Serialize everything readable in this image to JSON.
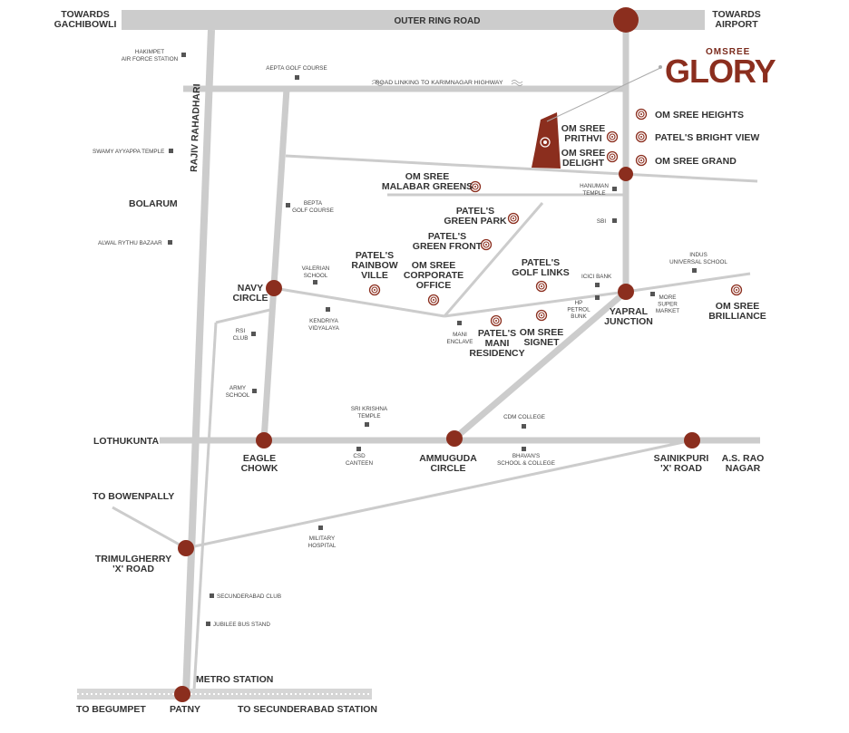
{
  "colors": {
    "road": "#cccccc",
    "junction": "#8b2e1e",
    "project": "#8b2e1e",
    "landmark": "#555555",
    "text": "#333333"
  },
  "brand": {
    "top": "OMSREE",
    "main": "GLORY"
  },
  "roads": {
    "ring": "OUTER RING ROAD",
    "karimnagar": "ROAD LINKING TO KARIMNAGAR HIGHWAY",
    "rajiv": "RAJIV RAHADHARI"
  },
  "places": {
    "gachibowli": [
      "TOWARDS",
      "GACHIBOWLI"
    ],
    "airport": [
      "TOWARDS",
      "AIRPORT"
    ],
    "bolarum": "BOLARUM",
    "navy": [
      "NAVY",
      "CIRCLE"
    ],
    "yapral": [
      "YAPRAL",
      "JUNCTION"
    ],
    "lothukunta": "LOTHUKUNTA",
    "eagle": [
      "EAGLE",
      "CHOWK"
    ],
    "ammuguda": [
      "AMMUGUDA",
      "CIRCLE"
    ],
    "sainikpuri": [
      "SAINIKPURI",
      "'X' ROAD"
    ],
    "asrao": [
      "A.S. RAO",
      "NAGAR"
    ],
    "bowenpally": "TO BOWENPALLY",
    "trimulgherry": [
      "TRIMULGHERRY",
      "'X' ROAD"
    ],
    "metro": "METRO STATION",
    "begumpet": "TO  BEGUMPET",
    "patny": "PATNY",
    "secstation": "TO SECUNDERABAD STATION"
  },
  "projects": {
    "heights": "OM SREE HEIGHTS",
    "bright": "PATEL'S BRIGHT VIEW",
    "grand": "OM SREE GRAND",
    "prithvi": [
      "OM SREE",
      "PRITHVI"
    ],
    "delight": [
      "OM SREE",
      "DELIGHT"
    ],
    "malabar": [
      "OM SREE",
      "MALABAR GREENS"
    ],
    "greenpark": [
      "PATEL'S",
      "GREEN PARK"
    ],
    "greenfront": [
      "PATEL'S",
      "GREEN FRONT"
    ],
    "rainbow": [
      "PATEL'S",
      "RAINBOW",
      "VILLE"
    ],
    "corporate": [
      "OM SREE",
      "CORPORATE",
      "OFFICE"
    ],
    "golflinks": [
      "PATEL'S",
      "GOLF LINKS"
    ],
    "mani": [
      "PATEL'S",
      "MANI",
      "RESIDENCY"
    ],
    "signet": [
      "OM SREE",
      "SIGNET"
    ],
    "brilliance": [
      "OM SREE",
      "BRILLIANCE"
    ]
  },
  "landmarks": {
    "hakimpet": [
      "HAKIMPET",
      "AIR FORCE STATION"
    ],
    "aepta": "AEPTA GOLF COURSE",
    "ayyappa": "SWAMY AYYAPPA TEMPLE",
    "bepta": [
      "BEPTA",
      "GOLF COURSE"
    ],
    "alwal": "ALWAL RYTHU BAZAAR",
    "hanuman": [
      "HANUMAN",
      "TEMPLE"
    ],
    "sbi": "SBI",
    "indus": [
      "INDUS",
      "UNIVERSAL SCHOOL"
    ],
    "valerian": [
      "VALERIAN",
      "SCHOOL"
    ],
    "icici": "ICICI BANK",
    "hp": [
      "HP",
      "PETROL",
      "BUNK"
    ],
    "more": [
      "MORE",
      "SUPER",
      "MARKET"
    ],
    "kendriya": [
      "KENDRIYA",
      "VIDYALAYA"
    ],
    "mani_enclave": [
      "MANI",
      "ENCLAVE"
    ],
    "rsi": [
      "RSI",
      "CLUB"
    ],
    "army": [
      "ARMY",
      "SCHOOL"
    ],
    "srikrishna": [
      "SRI KRISHNA",
      "TEMPLE"
    ],
    "cdm": "CDM COLLEGE",
    "csd": [
      "CSD",
      "CANTEEN"
    ],
    "bhavans": [
      "BHAVAN'S",
      "SCHOOL & COLLEGE"
    ],
    "military": [
      "MILITARY",
      "HOSPITAL"
    ],
    "secclub": "SECUNDERABAD CLUB",
    "jubilee": "JUBILEE BUS STAND"
  }
}
